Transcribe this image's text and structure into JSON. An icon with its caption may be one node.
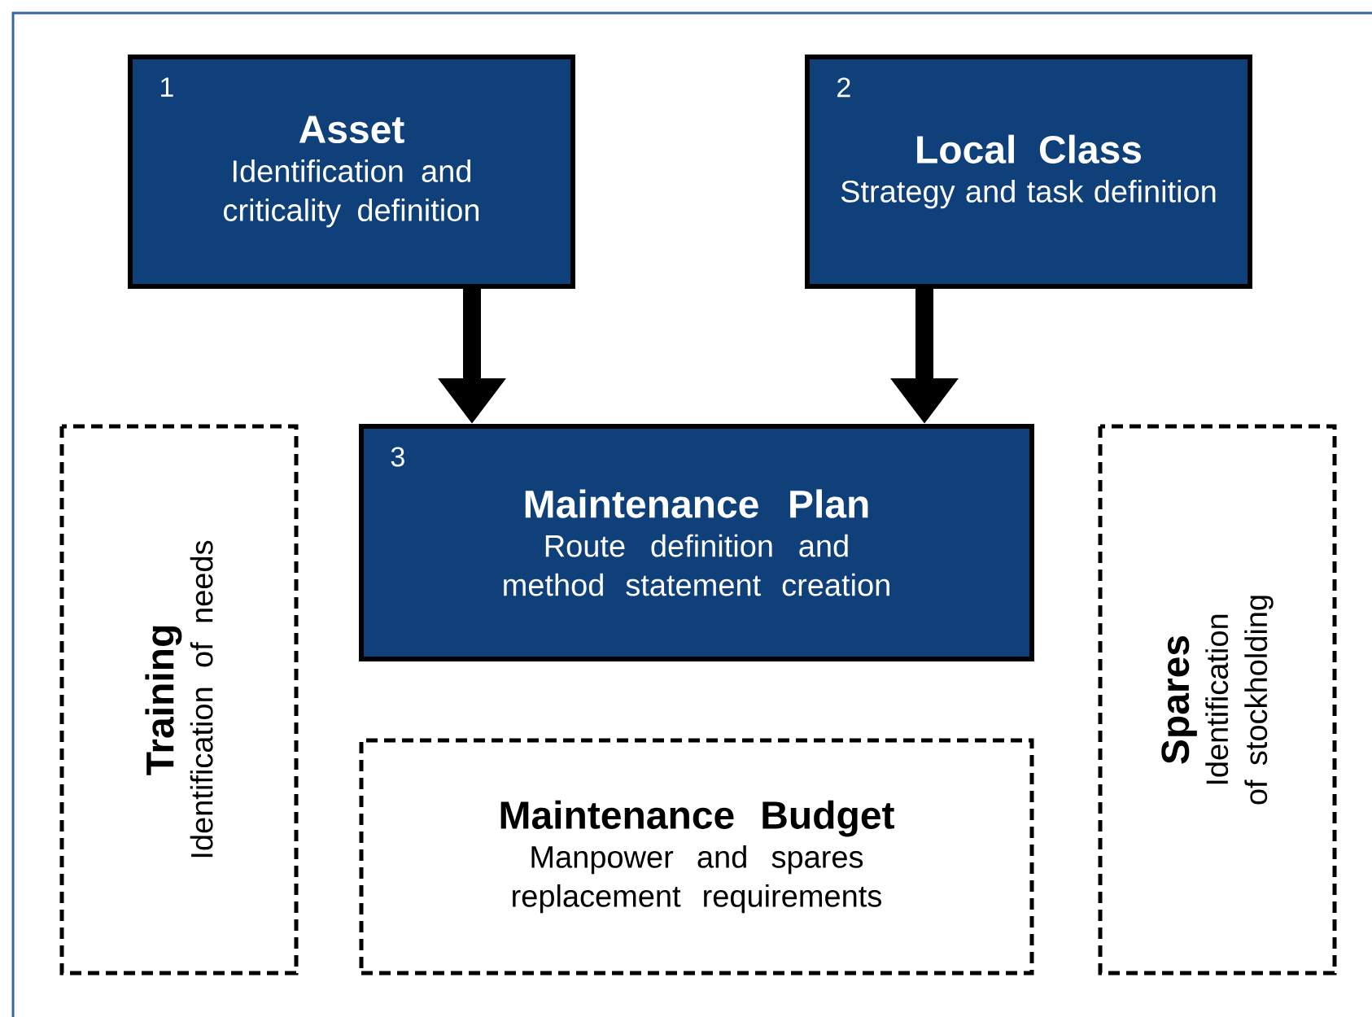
{
  "diagram": {
    "nodes": [
      {
        "text": [
          "1",
          "Asset",
          "Identification and criticality definition"
        ]
      },
      {
        "text": [
          "2",
          "Local Class",
          "Strategy and task definition"
        ]
      },
      {
        "text": [
          "3",
          "Maintenance Plan",
          "Route definition and method statement creation"
        ]
      },
      {
        "text": [
          "Training",
          "Identification of needs"
        ]
      },
      {
        "text": [
          "Maintenance Budget",
          "Manpower and spares replacement requirements"
        ]
      },
      {
        "text": [
          "Spares",
          "Identification of stockholding"
        ]
      }
    ],
    "edges": [
      {
        "from": 0,
        "to": 2,
        "arrow": "to"
      },
      {
        "from": 1,
        "to": 2,
        "arrow": "to"
      }
    ]
  }
}
